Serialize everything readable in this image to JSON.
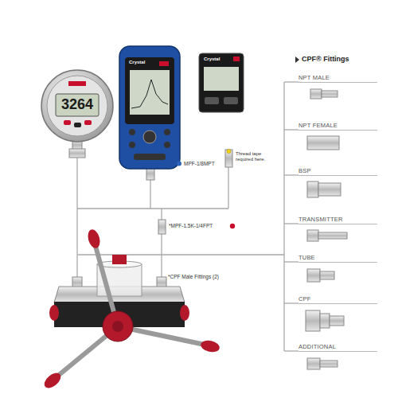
{
  "diagram": {
    "title": "CPF® Fittings",
    "nodes": [
      {
        "text": [
          "NPT MALE"
        ]
      },
      {
        "text": [
          "NPT FEMALE"
        ]
      },
      {
        "text": [
          "BSP"
        ]
      },
      {
        "text": [
          "TRANSMITTER"
        ]
      },
      {
        "text": [
          "TUBE"
        ]
      },
      {
        "text": [
          "CPF"
        ]
      },
      {
        "text": [
          "ADDITIONAL"
        ]
      }
    ],
    "labels": [
      "3264",
      "Crystal",
      "Crystal",
      "MPF-1/8MPT",
      "Thread tape required here.",
      "*MPF-1.5K-1/4FPT",
      "*CPF Male Fittings (2)"
    ]
  }
}
